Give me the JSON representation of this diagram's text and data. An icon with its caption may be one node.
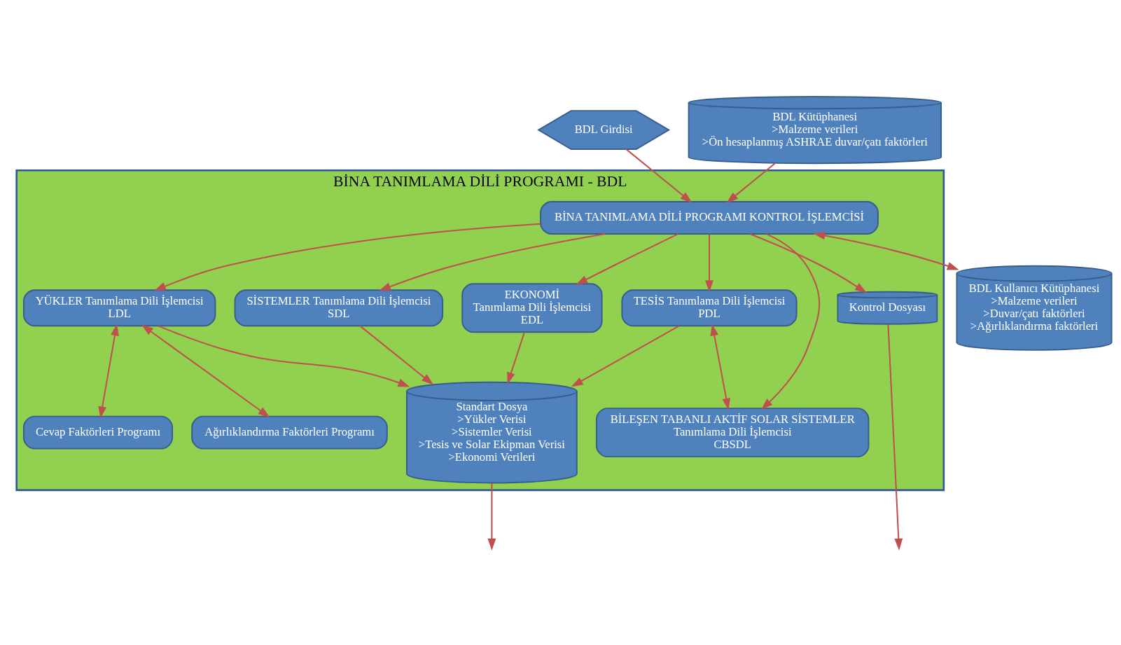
{
  "diagram": {
    "nodes": [
      {
        "text": [
          "BDL Girdisi"
        ]
      },
      {
        "text": [
          "BDL Kütüphanesi",
          ">Malzeme verileri",
          ">Ön hesaplanmış ASHRAE duvar/çatı faktörleri"
        ]
      },
      {
        "text": [
          "BDL Kullanıcı Kütüphanesi",
          ">Malzeme verileri",
          ">Duvar/çatı faktörleri",
          ">Ağırlıklandırma faktörleri"
        ]
      },
      {
        "text": [
          "BİNA TANIMLAMA DİLİ PROGRAMI - BDL"
        ]
      },
      {
        "text": [
          "BİNA TANIMLAMA DİLİ PROGRAMI KONTROL İŞLEMCİSİ"
        ],
        "in": 3
      },
      {
        "text": [
          "YÜKLER Tanımlama Dili İşlemcisi",
          "LDL"
        ],
        "in": 3
      },
      {
        "text": [
          "Cevap Faktörleri Programı"
        ],
        "in": 3
      },
      {
        "text": [
          "Ağırlıklandırma Faktörleri Programı"
        ],
        "in": 3
      },
      {
        "text": [
          "SİSTEMLER Tanımlama Dili İşlemcisi",
          "SDL"
        ],
        "in": 3
      },
      {
        "text": [
          "TESİS Tanımlama Dili İşlemcisi",
          "PDL"
        ],
        "in": 3
      },
      {
        "text": [
          "BİLEŞEN TABANLI AKTİF SOLAR SİSTEMLER",
          "Tanımlama Dili İşlemcisi",
          "CBSDL"
        ],
        "in": 3
      },
      {
        "text": [
          "EKONOMİ",
          "Tanımlama Dili İşlemcisi",
          "EDL"
        ],
        "in": 3
      },
      {
        "text": [
          "Standart Dosya",
          ">Yükler Verisi",
          ">Sistemler Verisi",
          ">Tesis ve Solar Ekipman Verisi",
          ">Ekonomi Verileri"
        ],
        "in": 3
      },
      {
        "text": [
          "Kontrol Dosyası"
        ],
        "in": 3
      }
    ],
    "edges": [
      {
        "from": 0,
        "to": 4,
        "arrow": "to"
      },
      {
        "from": 1,
        "to": 4,
        "arrow": "to"
      },
      {
        "from": 4,
        "to": 2,
        "arrow": "both"
      },
      {
        "from": 4,
        "to": 5,
        "arrow": "to"
      },
      {
        "from": 4,
        "to": 8,
        "arrow": "to"
      },
      {
        "from": 4,
        "to": 9,
        "arrow": "to"
      },
      {
        "from": 4,
        "to": 10,
        "arrow": "to"
      },
      {
        "from": 4,
        "to": 11,
        "arrow": "to"
      },
      {
        "from": 4,
        "to": 13,
        "arrow": "to"
      },
      {
        "from": 5,
        "to": 6,
        "arrow": "both"
      },
      {
        "from": 5,
        "to": 7,
        "arrow": "both"
      },
      {
        "from": 9,
        "to": 10,
        "arrow": "both"
      },
      {
        "from": 5,
        "to": 12,
        "arrow": "to"
      },
      {
        "from": 8,
        "to": 12,
        "arrow": "to"
      },
      {
        "from": 9,
        "to": 12,
        "arrow": "to"
      },
      {
        "from": 11,
        "to": 12,
        "arrow": "to"
      },
      {
        "from": 12,
        "to": null,
        "arrow": "to"
      },
      {
        "from": 13,
        "to": null,
        "arrow": "to"
      }
    ]
  }
}
